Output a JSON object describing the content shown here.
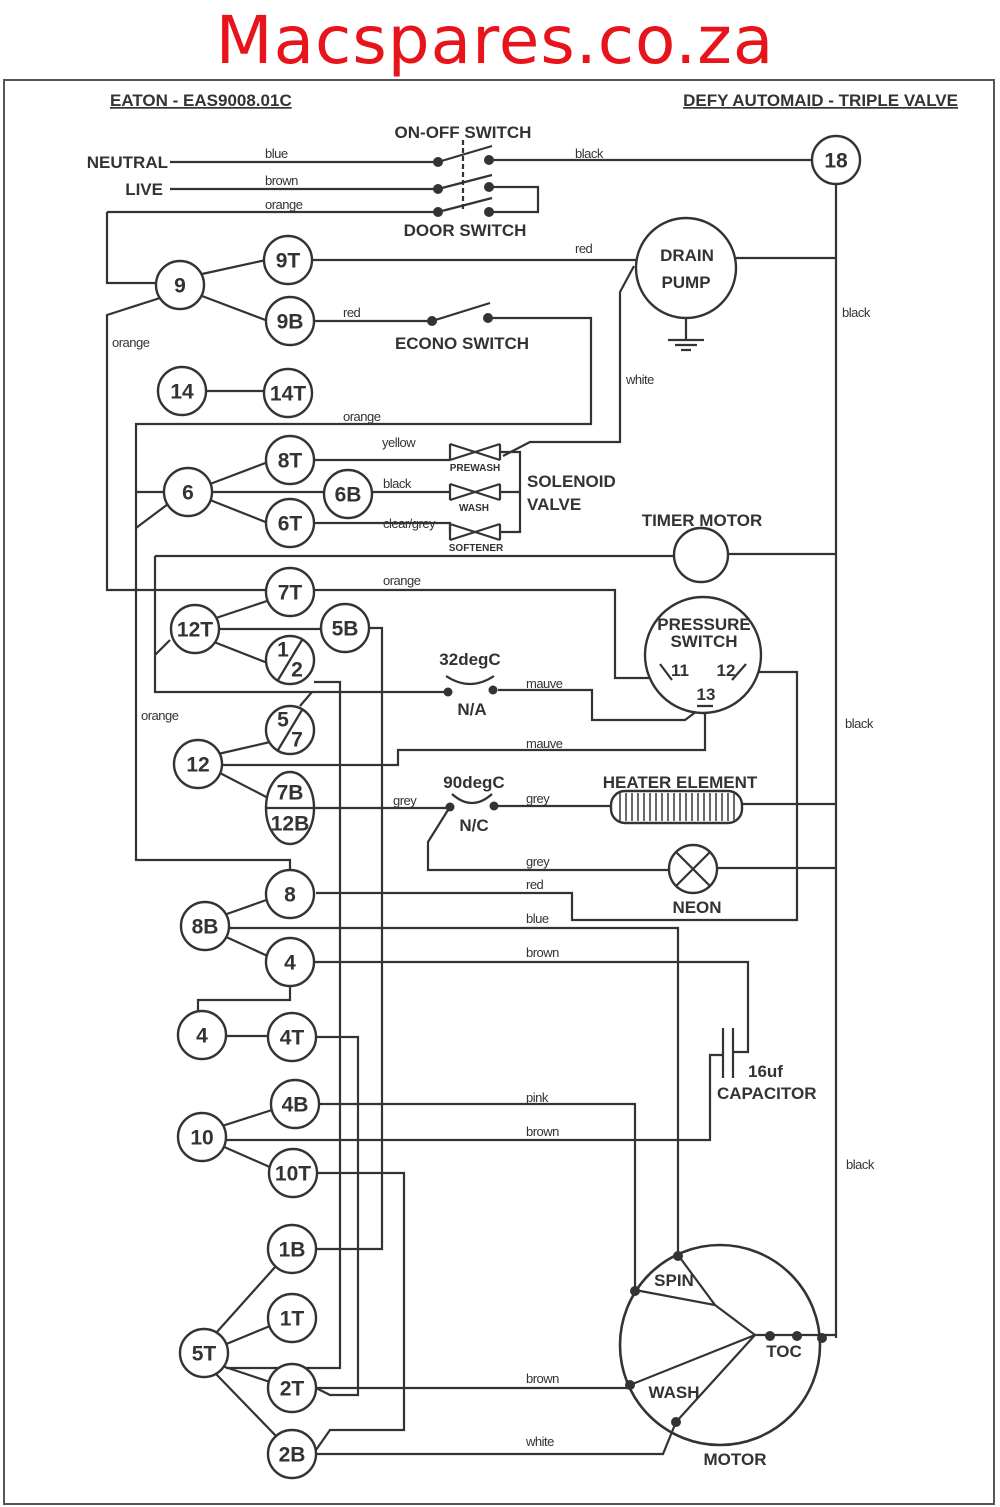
{
  "brand": "Macspares.co.za",
  "header": {
    "left": "EATON - EAS9008.01C",
    "right": "DEFY AUTOMAID - TRIPLE VALVE"
  },
  "components": {
    "neutral": "NEUTRAL",
    "live": "LIVE",
    "on_off_switch": "ON-OFF SWITCH",
    "door_switch": "DOOR SWITCH",
    "econo_switch": "ECONO SWITCH",
    "drain_1": "DRAIN",
    "drain_2": "PUMP",
    "solenoid_1": "SOLENOID",
    "solenoid_2": "VALVE",
    "prewash": "PREWASH",
    "wash_valve": "WASH",
    "softener": "SOFTENER",
    "timer_motor": "TIMER MOTOR",
    "pressure_1": "PRESSURE",
    "pressure_2": "SWITCH",
    "ps_11": "11",
    "ps_12": "12",
    "ps_13": "13",
    "thermo_32": "32degC",
    "na": "N/A",
    "thermo_90": "90degC",
    "nc": "N/C",
    "heater": "HEATER ELEMENT",
    "neon": "NEON",
    "cap_value": "16uf",
    "capacitor": "CAPACITOR",
    "spin": "SPIN",
    "wash": "WASH",
    "toc": "TOC",
    "motor": "MOTOR"
  },
  "terminals": {
    "t18": "18",
    "t9": "9",
    "t9T": "9T",
    "t9B": "9B",
    "t14": "14",
    "t14T": "14T",
    "t8T": "8T",
    "t6": "6",
    "t6B": "6B",
    "t6T": "6T",
    "t7T": "7T",
    "t12T": "12T",
    "t5B": "5B",
    "t1_2": [
      "1",
      "2"
    ],
    "t5_7": [
      "5",
      "7"
    ],
    "t12": "12",
    "t7B_12B": [
      "7B",
      "12B"
    ],
    "t8": "8",
    "t8B": "8B",
    "t4a": "4",
    "t4b": "4",
    "t4T": "4T",
    "t4B": "4B",
    "t10": "10",
    "t10T": "10T",
    "t1B": "1B",
    "t1T": "1T",
    "t5T": "5T",
    "t2T": "2T",
    "t2B": "2B"
  },
  "wires": [
    "blue",
    "brown",
    "orange",
    "black",
    "red",
    "red",
    "orange",
    "black",
    "white",
    "orange",
    "yellow",
    "black",
    "clear/grey",
    "orange",
    "mauve",
    "orange",
    "mauve",
    "black",
    "grey",
    "grey",
    "grey",
    "red",
    "blue",
    "brown",
    "pink",
    "brown",
    "black",
    "brown",
    "white"
  ]
}
